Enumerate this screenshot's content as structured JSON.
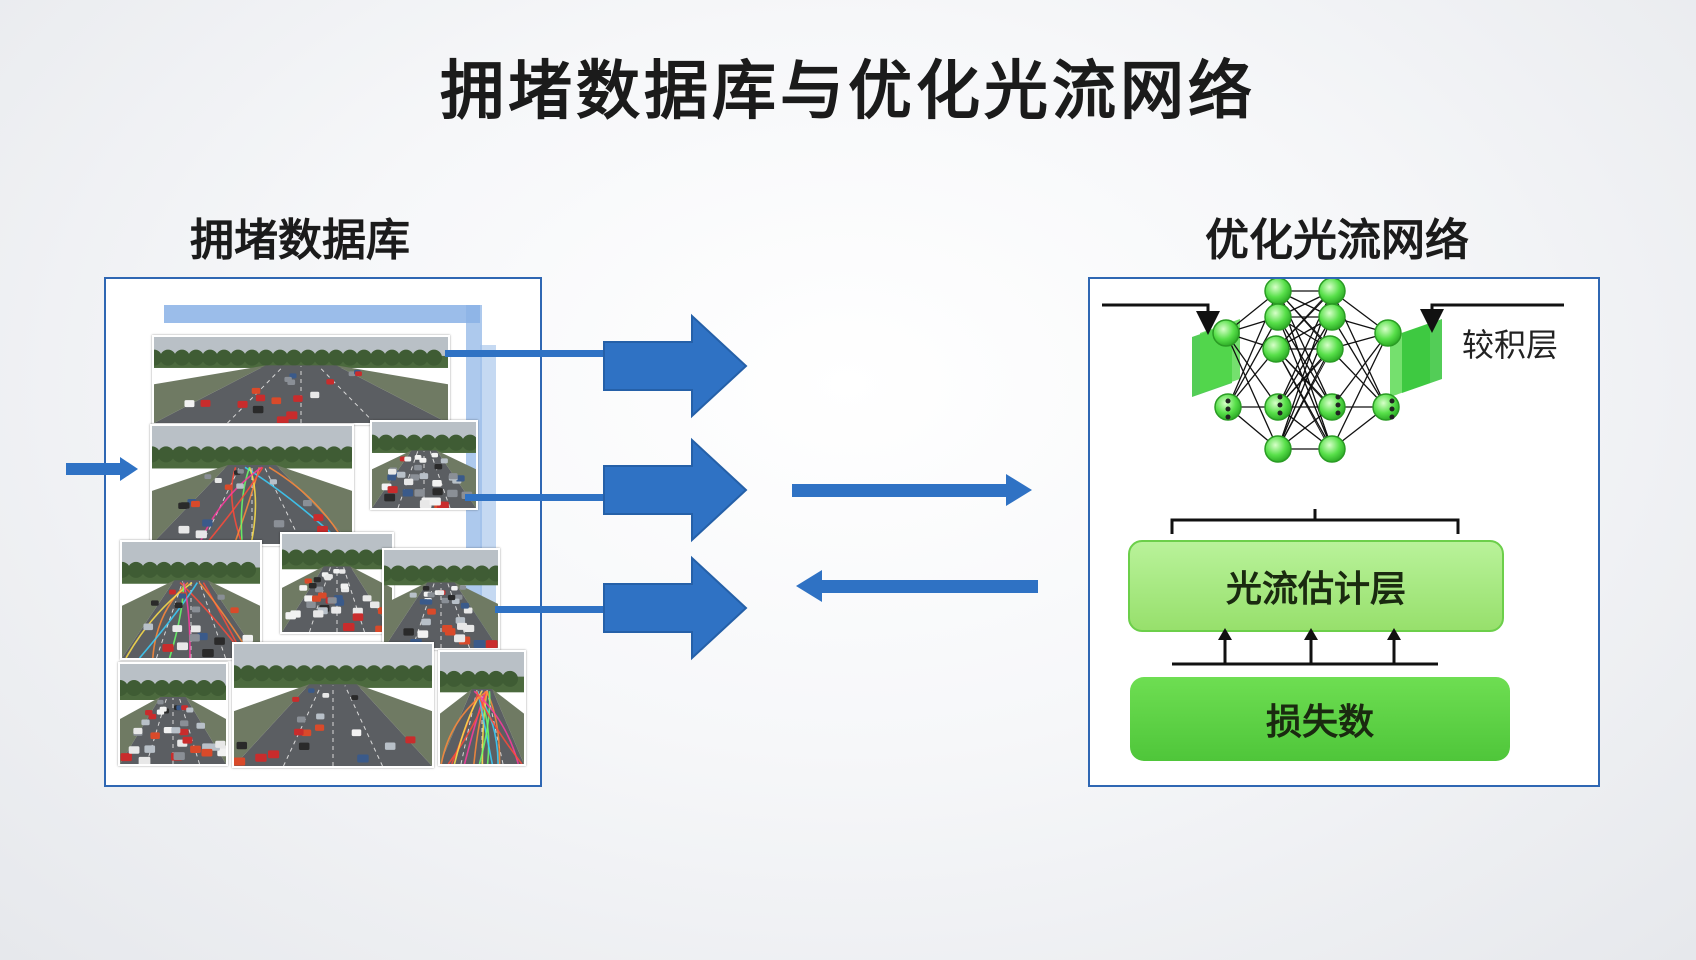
{
  "slide": {
    "title": "拥堵数据库与优化光流网络"
  },
  "left_panel": {
    "heading": "拥堵数据库",
    "photos": [
      {
        "name": "traffic-photo-highway-wide",
        "kind": "road"
      },
      {
        "name": "traffic-photo-roadmarks",
        "kind": "flow"
      },
      {
        "name": "traffic-photo-jam-right",
        "kind": "jam"
      },
      {
        "name": "traffic-photo-lanes",
        "kind": "flow"
      },
      {
        "name": "traffic-photo-cars-small",
        "kind": "jam"
      },
      {
        "name": "traffic-photo-dense",
        "kind": "jam"
      },
      {
        "name": "traffic-photo-bottom-left",
        "kind": "jam"
      },
      {
        "name": "traffic-photo-city",
        "kind": "road"
      },
      {
        "name": "traffic-photo-light-trails",
        "kind": "trails"
      }
    ]
  },
  "right_panel": {
    "heading": "优化光流网络",
    "conv_label": "较积层",
    "flow_layer_label": "光流估计层",
    "loss_label": "损失数"
  },
  "colors": {
    "arrow_blue": "#2f72c4",
    "panel_border": "#2f67b3",
    "light_green": "#a6ec7a",
    "mid_green": "#5ed34a",
    "node_green": "#58e04a"
  }
}
